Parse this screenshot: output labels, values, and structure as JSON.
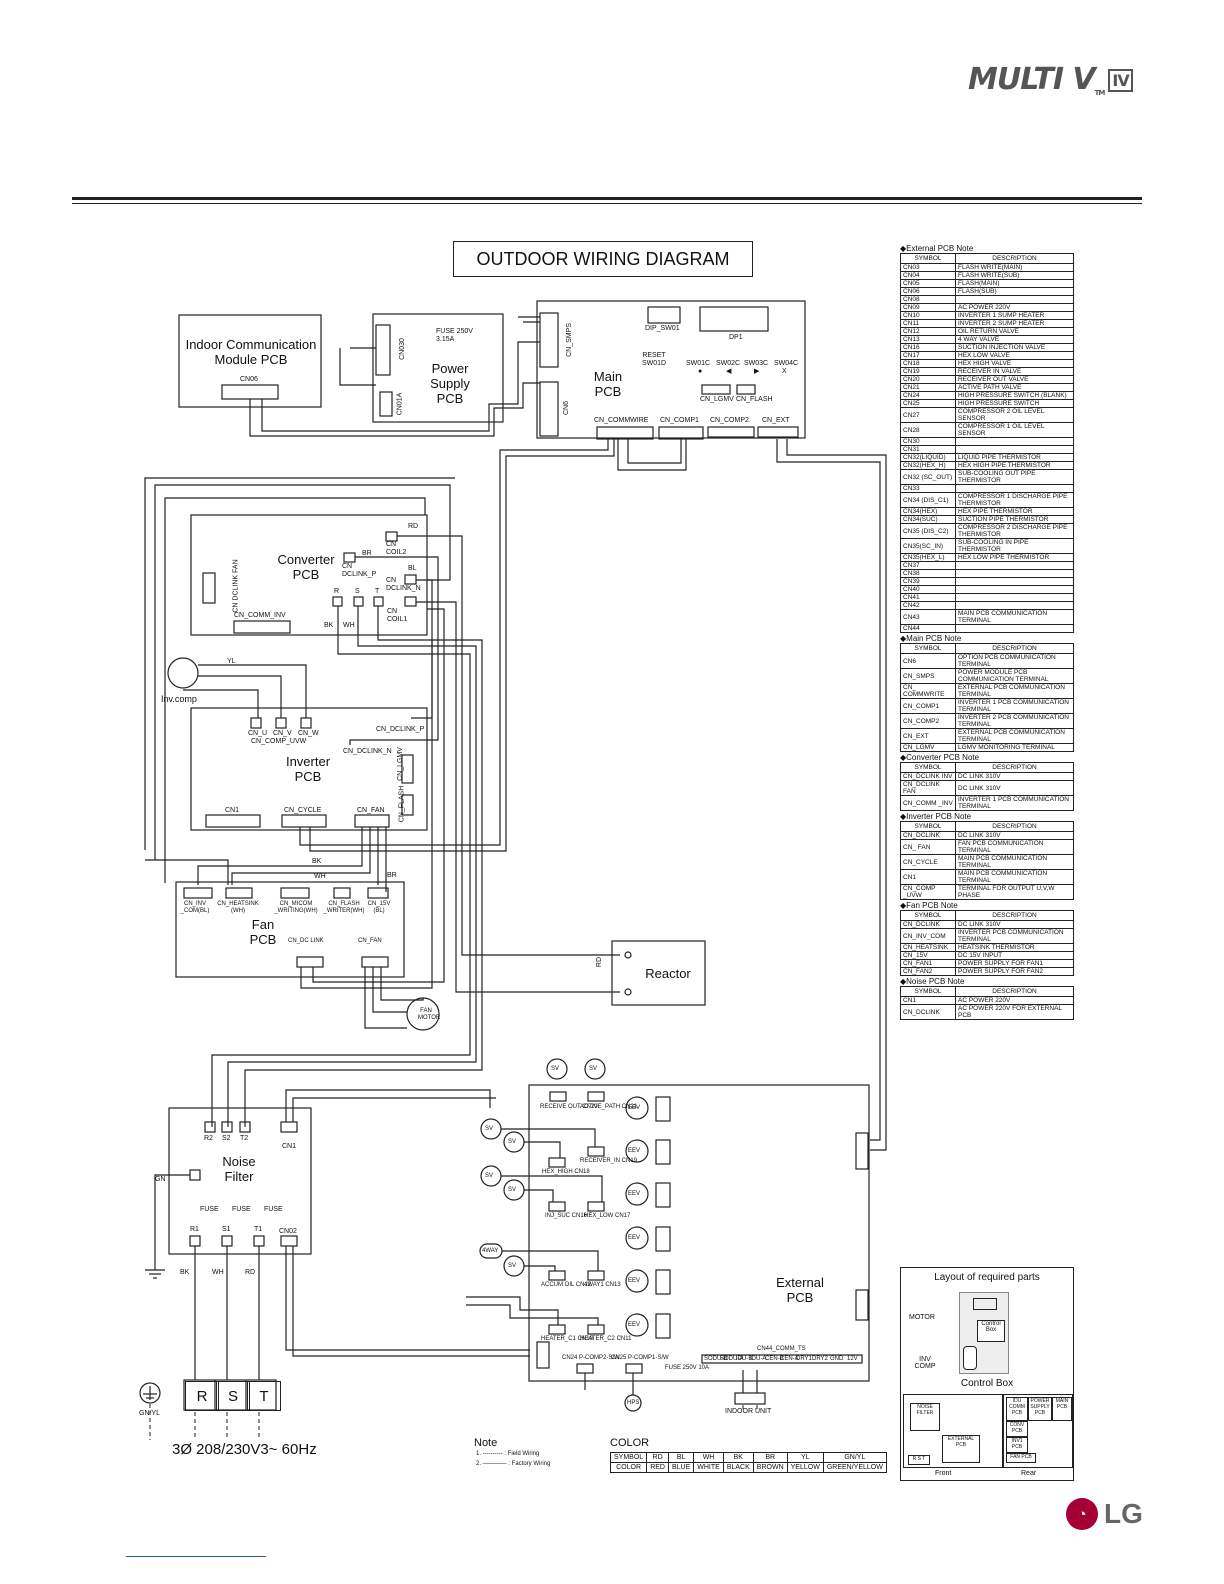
{
  "header": {
    "brand": "MULTI V",
    "brand_tm": "TM",
    "brand_gen": "IV",
    "footer_logo": "LG"
  },
  "diagram": {
    "title": "OUTDOOR WIRING DIAGRAM",
    "blocks": {
      "indoor_comm": "Indoor Communication Module PCB",
      "indoor_comm_cn": "CN06",
      "power_supply": "Power Supply PCB",
      "fuse": "FUSE 250V 3.15A",
      "cn030": "CN030",
      "cn01a": "CN01A",
      "main_pcb": "Main PCB",
      "dip": "DIP_SW01",
      "dp1": "DP1",
      "reset": "RESET SW01D",
      "sw_labels": [
        "SW01C",
        "SW02C",
        "SW03C",
        "SW04C"
      ],
      "sw_marks": [
        "●",
        "◀",
        "▶",
        "X"
      ],
      "cn_smps": "CN_SMPS",
      "cn6": "CN6",
      "cn_lgmv": "CN_LGMV",
      "cn_flash": "CN_FLASH",
      "main_bottom": [
        "CN_COMMWIRE",
        "CN_COMP1",
        "CN_COMP2",
        "CN_EXT"
      ],
      "converter_pcb": "Converter PCB",
      "conv_labels": [
        "CN COIL2",
        "CN DCLINK_P",
        "CN DCLINK_N",
        "CN COIL1",
        "CN_COMM_INV",
        "CN DCLINK FAN"
      ],
      "rst": [
        "R",
        "S",
        "T"
      ],
      "inv_comp": "Inv.comp",
      "inverter_pcb": "Inverter PCB",
      "inv_labels": [
        "CN_U",
        "CN_V",
        "CN_W",
        "CN_COMP_UVW",
        "CN_DCLINK_P",
        "CN_DCLINK_N",
        "CN_LGMV",
        "CN_FLASH",
        "CN1",
        "CN_CYCLE",
        "CN_FAN"
      ],
      "fan_pcb": "Fan PCB",
      "fan_labels": [
        "CN_INV _COM(BL)",
        "CN_HEATSINK (WH)",
        "CN_MICOM _WRITING(WH)",
        "CN_FLASH _WRITER(WH)",
        "CN_15V (BL)",
        "CN_DC LINK",
        "CN_FAN"
      ],
      "fan_motor": "FAN MOTOR",
      "reactor": "Reactor",
      "noise_filter": "Noise Filter",
      "nf_top": [
        "R2",
        "S2",
        "T2"
      ],
      "nf_bottom": [
        "R1",
        "S1",
        "T1"
      ],
      "nf_cn": [
        "CN1",
        "CN02"
      ],
      "fuse_word": "FUSE",
      "gn": "GN",
      "external_pcb": "External PCB",
      "eev": "EEV",
      "sv": "SV",
      "fourway": "4WAY",
      "hps": "HPS",
      "ext_cn": [
        "RECEIVE OUT CN20",
        "ACTIVE_PATH CN21",
        "HEX_HIGH CN18",
        "RECEIVER_IN CN19",
        "INJ_SUC CN16",
        "HEX_LOW CN17",
        "ACCUM OIL CN12",
        "4WAY1 CN13",
        "HEATER_C1 CN10",
        "HEATER_C2 CN11"
      ],
      "ext_bottom": [
        "CN24 P-COMP2-S/W",
        "CN25 P-COMP1-S/W",
        "FUSE 250V 10A",
        "CN44_COMM_TS"
      ],
      "ext_terms": [
        "SODU-B",
        "SODU-A",
        "IDU-B",
        "IDU-A",
        "CEN-B",
        "CEN-A",
        "DRY1",
        "DRY2",
        "GND",
        "12V"
      ],
      "indoor_unit": "INDOOR UNIT",
      "power_terminals": [
        "R",
        "S",
        "T"
      ],
      "power_spec": "3Ø 208/230V3~ 60Hz",
      "earth": "GN/YL"
    },
    "wire_tags": [
      "RD",
      "BR",
      "BL",
      "WH",
      "BK",
      "YL",
      "GN"
    ]
  },
  "legend": {
    "note_title": "Note",
    "note_lines": [
      "1. ---------- : Field Wiring",
      "2. ———— : Factory Wiring"
    ],
    "color_title": "COLOR",
    "color_symbols": [
      "SYMBOL",
      "RD",
      "BL",
      "WH",
      "BK",
      "BR",
      "YL",
      "GN/YL"
    ],
    "color_names": [
      "COLOR",
      "RED",
      "BLUE",
      "WHITE",
      "BLACK",
      "BROWN",
      "YELLOW",
      "GREEN/YELLOW"
    ]
  },
  "notes": {
    "external": {
      "title": "◆External PCB Note",
      "head": [
        "SYMBOL",
        "DESCRIPTION"
      ],
      "rows": [
        [
          "CN03",
          "FLASH WRITE(MAIN)"
        ],
        [
          "CN04",
          "FLASH WRITE(SUB)"
        ],
        [
          "CN05",
          "FLASH(MAIN)"
        ],
        [
          "CN06",
          "FLASH(SUB)"
        ],
        [
          "CN08",
          ""
        ],
        [
          "CN09",
          "AC POWER 220V"
        ],
        [
          "CN10",
          "INVERTER 1 SUMP HEATER"
        ],
        [
          "CN11",
          "INVERTER 2 SUMP HEATER"
        ],
        [
          "CN12",
          "OIL RETURN VALVE"
        ],
        [
          "CN13",
          "4 WAY VALVE"
        ],
        [
          "CN16",
          "SUCTION INJECTION VALVE"
        ],
        [
          "CN17",
          "HEX LOW VALVE"
        ],
        [
          "CN18",
          "HEX HIGH VALVE"
        ],
        [
          "CN19",
          "RECEIVER IN VALVE"
        ],
        [
          "CN20",
          "RECEIVER OUT VALVE"
        ],
        [
          "CN21",
          "ACTIVE PATH VALVE"
        ],
        [
          "CN24",
          "HIGH PRESSURE SWITCH (BLANK)"
        ],
        [
          "CN25",
          "HIGH PRESSURE SWITCH"
        ],
        [
          "CN27",
          "COMPRESSOR 2 OIL LEVEL SENSOR"
        ],
        [
          "CN28",
          "COMPRESSOR 1 OIL LEVEL SENSOR"
        ],
        [
          "CN30",
          ""
        ],
        [
          "CN31",
          ""
        ],
        [
          "CN32(LIQUID)",
          "LIQUID PIPE THERMISTOR"
        ],
        [
          "CN32(HEX_H)",
          "HEX HIGH PIPE THERMISTOR"
        ],
        [
          "CN32 (SC_OUT)",
          "SUB-COOLING OUT PIPE THERMISTOR"
        ],
        [
          "CN33",
          ""
        ],
        [
          "CN34 (DIS_C1)",
          "COMPRESSOR 1 DISCHARGE PIPE THERMISTOR"
        ],
        [
          "CN34(HEX)",
          "HEX PIPE THERMISTOR"
        ],
        [
          "CN34(SUC)",
          "SUCTION PIPE THERMISTOR"
        ],
        [
          "CN35 (DIS_C2)",
          "COMPRESSOR 2 DISCHARGE PIPE THERMISTOR"
        ],
        [
          "CN35(SC_IN)",
          "SUB-COOLING IN PIPE THERMISTOR"
        ],
        [
          "CN35(HEX_L)",
          "HEX LOW PIPE THERMISTOR"
        ],
        [
          "CN37",
          ""
        ],
        [
          "CN38",
          ""
        ],
        [
          "CN39",
          ""
        ],
        [
          "CN40",
          ""
        ],
        [
          "CN41",
          ""
        ],
        [
          "CN42",
          ""
        ],
        [
          "CN43",
          "MAIN PCB COMMUNICATION TERMINAL"
        ],
        [
          "CN44",
          ""
        ]
      ]
    },
    "main": {
      "title": "◆Main PCB Note",
      "head": [
        "SYMBOL",
        "DESCRIPTION"
      ],
      "rows": [
        [
          "CN6",
          "OPTION PCB COMMUNICATION TERMINAL"
        ],
        [
          "CN_SMPS",
          "POWER MODULE PCB COMMUNICATION TERMINAL"
        ],
        [
          "CN_ COMMWRITE",
          "EXTERNAL PCB COMMUNICATION TERMINAL"
        ],
        [
          "CN_COMP1",
          "INVERTER 1 PCB COMMUNICATION TERMINAL"
        ],
        [
          "CN_COMP2",
          "INVERTER 2 PCB COMMUNICATION TERMINAL"
        ],
        [
          "CN_EXT",
          "EXTERNAL PCB COMMUNICATION TERMINAL"
        ],
        [
          "CN_LGMV",
          "LGMV MONITORING TERMINAL"
        ]
      ]
    },
    "converter": {
      "title": "◆Converter PCB Note",
      "head": [
        "SYMBOL",
        "DESCRIPTION"
      ],
      "rows": [
        [
          "CN_DCLINK INV",
          "DC LINK 310V"
        ],
        [
          "CN_DCLINK FAN",
          "DC LINK 310V"
        ],
        [
          "CN_COMM _INV",
          "INVERTER 1 PCB COMMUNICATION TERMINAL"
        ]
      ]
    },
    "inverter": {
      "title": "◆Inverter PCB Note",
      "head": [
        "SYMBOL",
        "DESCRIPTION"
      ],
      "rows": [
        [
          "CN_DCLINK",
          "DC LINK 310V"
        ],
        [
          "CN_ FAN",
          "FAN PCB COMMUNICATION TERMINAL"
        ],
        [
          "CN_CYCLE",
          "MAIN PCB COMMUNICATION TERMINAL"
        ],
        [
          "CN1",
          "MAIN PCB COMMUNICATION TERMINAL"
        ],
        [
          "CN_COMP _UVW",
          "TERMINAL FOR OUTPUT U,V,W PHASE"
        ]
      ]
    },
    "fan": {
      "title": "◆Fan PCB Note",
      "head": [
        "SYMBOL",
        "DESCRIPTION"
      ],
      "rows": [
        [
          "CN_DCLINK",
          "DC LINK 310V"
        ],
        [
          "CN_INV_COM",
          "INVERTER PCB COMMUNICATION TERMINAL"
        ],
        [
          "CN_HEATSINK",
          "HEATSINK THERMISTOR"
        ],
        [
          "CN_15V",
          "DC 15V INPUT"
        ],
        [
          "CN_FAN1",
          "POWER SUPPLY FOR FAN1"
        ],
        [
          "CN_FAN2",
          "POWER SUPPLY FOR FAN2"
        ]
      ]
    },
    "noise": {
      "title": "◆Noise PCB Note",
      "head": [
        "SYMBOL",
        "DESCRIPTION"
      ],
      "rows": [
        [
          "CN1",
          "AC POWER 220V"
        ],
        [
          "CN_DCLINK",
          "AC POWER 220V FOR EXTERNAL PCB"
        ]
      ]
    }
  },
  "layout_parts": {
    "title": "Layout of required parts",
    "motor": "MOTOR",
    "control_box_small": "Control Box",
    "inv_comp": "INV COMP",
    "control_box": "Control Box",
    "noise_filter": "NOISE FILTER",
    "external_pcb": "EXTERNAL PCB",
    "idu_comm": "IDU COMM PCB",
    "power_supply": "POWER SUPPLY PCB",
    "main_pcb": "MAIN PCB",
    "conv": "CONV PCB",
    "inv1": "INV1 PCB",
    "fan_pcb": "FAN PCB",
    "rst": "R S T",
    "front": "Front",
    "rear": "Rear"
  }
}
